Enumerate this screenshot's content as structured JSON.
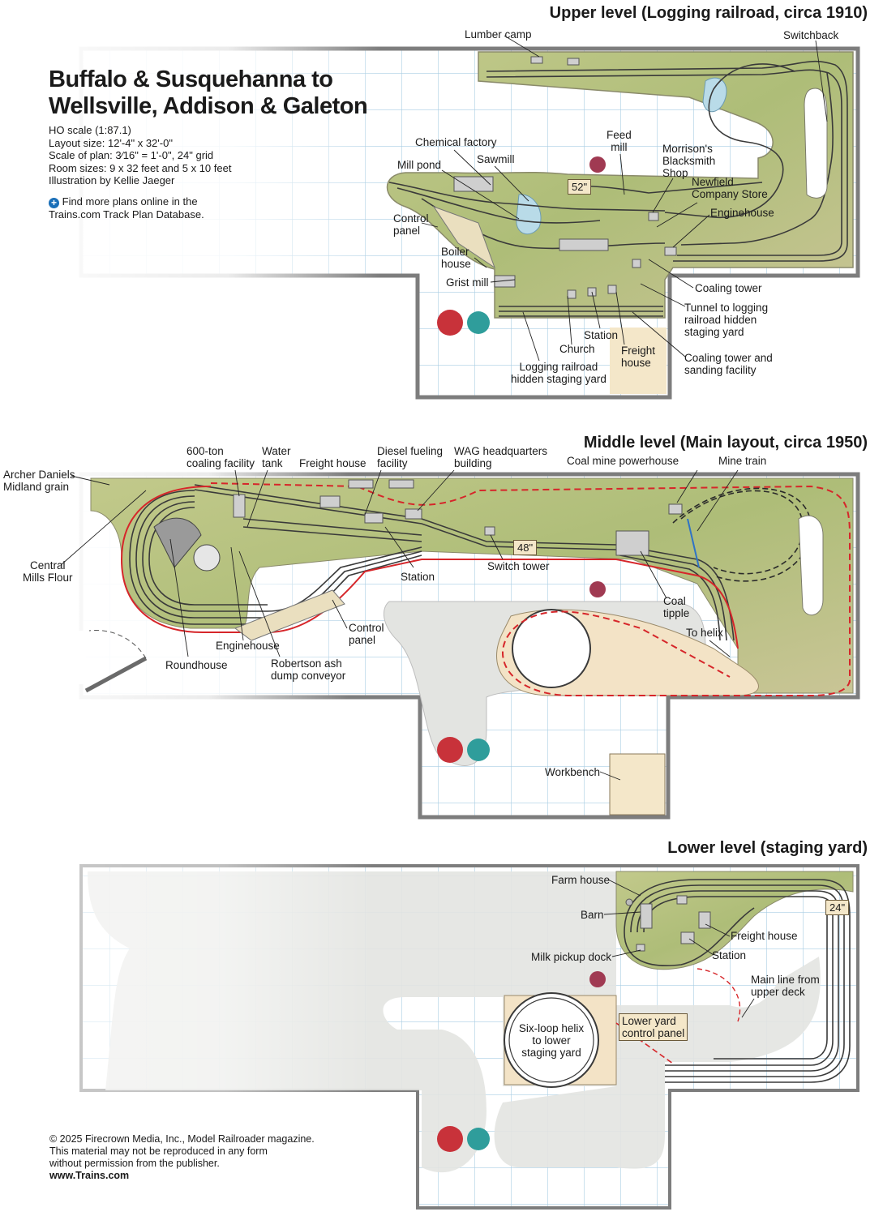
{
  "title_block": {
    "title_line1": "Buffalo & Susquehanna to",
    "title_line2": "Wellsville, Addison & Galeton",
    "info": [
      "HO scale (1:87.1)",
      "Layout size: 12'-4\" x 32'-0\"",
      "Scale of plan: 3⁄16\" = 1'-0\", 24\" grid",
      "Room sizes: 9 x 32 feet and 5 x 10 feet",
      "Illustration by Kellie Jaeger"
    ],
    "online_line1": "Find more plans online in the",
    "online_line2": "Trains.com Track Plan Database."
  },
  "upper": {
    "heading": "Upper level (Logging railroad, circa 1910)",
    "dimension": "52\"",
    "labels": {
      "lumber_camp": "Lumber camp",
      "switchback": "Switchback",
      "chemical_factory": "Chemical factory",
      "sawmill": "Sawmill",
      "mill_pond": "Mill pond",
      "feed_mill": "Feed\nmill",
      "blacksmith": "Morrison's\nBlacksmith\nShop",
      "company_store": "Newfield\nCompany Store",
      "enginehouse": "Enginehouse",
      "control_panel": "Control\npanel",
      "boiler_house": "Boiler\nhouse",
      "grist_mill": "Grist mill",
      "coaling_tower": "Coaling tower",
      "tunnel": "Tunnel to logging\nrailroad hidden\nstaging yard",
      "station": "Station",
      "church": "Church",
      "freight_house": "Freight\nhouse",
      "coaling_sanding": "Coaling tower and\nsanding facility",
      "hidden_staging": "Logging railroad\nhidden staging yard"
    }
  },
  "middle": {
    "heading": "Middle level (Main layout, circa 1950)",
    "dimension": "48\"",
    "labels": {
      "adm": "Archer Daniels\nMidland grain",
      "coaling_facility": "600-ton\ncoaling facility",
      "water_tank": "Water\ntank",
      "freight_house": "Freight house",
      "diesel": "Diesel fueling\nfacility",
      "wag": "WAG headquarters\nbuilding",
      "coal_powerhouse": "Coal mine powerhouse",
      "mine_train": "Mine train",
      "central_mills": "Central\nMills Flour",
      "station": "Station",
      "switch_tower": "Switch tower",
      "coal_tipple": "Coal\ntipple",
      "to_helix": "To helix",
      "control_panel": "Control\npanel",
      "enginehouse": "Enginehouse",
      "roundhouse": "Roundhouse",
      "ash_conveyor": "Robertson ash\ndump conveyor",
      "workbench": "Workbench"
    }
  },
  "lower": {
    "heading": "Lower level (staging yard)",
    "dimension": "24\"",
    "labels": {
      "farm_house": "Farm house",
      "barn": "Barn",
      "freight_house": "Freight house",
      "station": "Station",
      "milk_dock": "Milk pickup dock",
      "main_line": "Main line from\nupper deck",
      "yard_panel": "Lower yard\ncontrol panel",
      "helix": "Six-loop helix\nto lower\nstaging yard"
    }
  },
  "copyright": {
    "line1": "© 2025 Firecrown Media, Inc., Model Railroader magazine.",
    "line2": "This material may not be reproduced in any form",
    "line3": "without permission from the publisher.",
    "line4": "www.Trains.com"
  },
  "colors": {
    "wall": "#7d7d7d",
    "grid": "#a9cde3",
    "benchwork": "#d5d7d2",
    "scenery_green": "#b7c27f",
    "track": "#3a3a3a",
    "mainline_red": "#d6262a",
    "aisle_floor": "#f4e7c9"
  }
}
